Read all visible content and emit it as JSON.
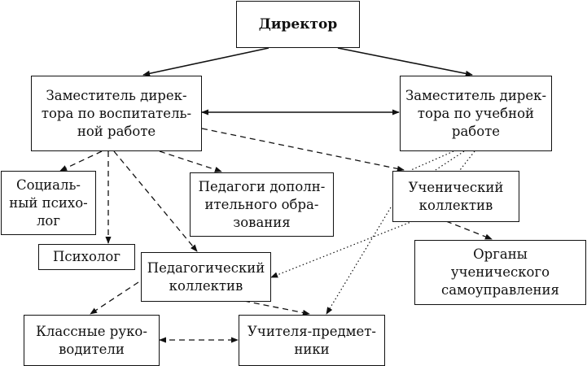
{
  "nodes": {
    "director": "Директор",
    "deputy_edu": "Заместитель дирек-\nтора по воспитатель-\nной работе",
    "deputy_study": "Заместитель дирек-\nтора по учебной\nработе",
    "social_psych": "Социаль-\nный психо-\nлог",
    "add_teachers": "Педагоги дополн-\nительного обра-\nзования",
    "student_collective": "Ученический\nколлектив",
    "psychologist": "Психолог",
    "student_government": "Органы\nученического\nсамоуправления",
    "ped_collective": "Педагогический\nколлектив",
    "class_leaders": "Классные руко-\nводители",
    "subject_teachers": "Учителя-предмет-\nники"
  },
  "edges": [
    {
      "from": "director",
      "to": "deputy_edu",
      "style": "solid"
    },
    {
      "from": "director",
      "to": "deputy_study",
      "style": "solid"
    },
    {
      "from": "deputy_edu",
      "to": "deputy_study",
      "style": "solid",
      "bidirectional": true
    },
    {
      "from": "deputy_edu",
      "to": "social_psych",
      "style": "dashed"
    },
    {
      "from": "deputy_edu",
      "to": "add_teachers",
      "style": "dashed"
    },
    {
      "from": "deputy_edu",
      "to": "psychologist",
      "style": "dashed"
    },
    {
      "from": "deputy_edu",
      "to": "ped_collective",
      "style": "dashed"
    },
    {
      "from": "deputy_edu",
      "to": "student_collective",
      "style": "dashed"
    },
    {
      "from": "deputy_study",
      "to": "student_collective",
      "style": "dotted"
    },
    {
      "from": "student_collective",
      "to": "student_government",
      "style": "dashed"
    },
    {
      "from": "student_collective",
      "to": "ped_collective",
      "style": "dotted"
    },
    {
      "from": "student_collective",
      "to": "subject_teachers",
      "style": "dotted"
    },
    {
      "from": "ped_collective",
      "to": "class_leaders",
      "style": "dashed"
    },
    {
      "from": "ped_collective",
      "to": "subject_teachers",
      "style": "dashed"
    },
    {
      "from": "class_leaders",
      "to": "subject_teachers",
      "style": "dashed",
      "bidirectional": true
    }
  ]
}
